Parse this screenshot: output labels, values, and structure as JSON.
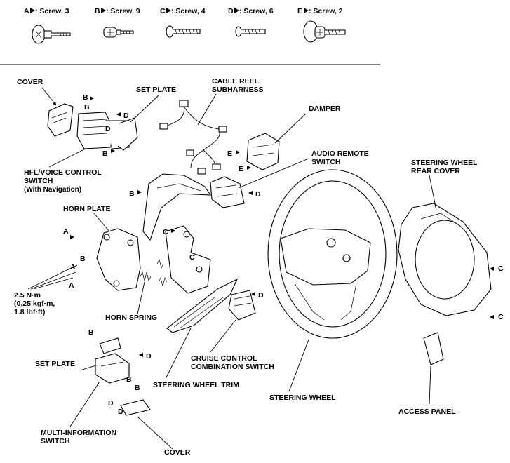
{
  "screw_key": [
    {
      "letter": "A",
      "label": ": Screw, 3"
    },
    {
      "letter": "B",
      "label": ": Screw, 9"
    },
    {
      "letter": "C",
      "label": ": Screw, 4"
    },
    {
      "letter": "D",
      "label": ": Screw, 6"
    },
    {
      "letter": "E",
      "label": ": Screw, 2"
    }
  ],
  "labels": {
    "cover_top": "COVER",
    "set_plate_top": "SET PLATE",
    "cable_reel_1": "CABLE REEL",
    "cable_reel_2": "SUBHARNESS",
    "damper": "DAMPER",
    "audio_1": "AUDIO REMOTE",
    "audio_2": "SWITCH",
    "rear_cover_1": "STEERING WHEEL",
    "rear_cover_2": "REAR COVER",
    "hfl_1": "HFL/VOICE CONTROL",
    "hfl_2": "SWITCH",
    "hfl_3": "(With Navigation)",
    "horn_plate": "HORN PLATE",
    "torque_1": "2.5 N·m",
    "torque_2": "(0.25 kgf·m,",
    "torque_3": "1.8 lbf·ft)",
    "horn_spring": "HORN SPRING",
    "cruise_1": "CRUISE CONTROL",
    "cruise_2": "COMBINATION SWITCH",
    "set_plate_bottom": "SET PLATE",
    "trim": "STEERING WHEEL TRIM",
    "wheel": "STEERING WHEEL",
    "access": "ACCESS PANEL",
    "mis_1": "MULTI-INFORMATION",
    "mis_2": "SWITCH",
    "cover_bottom": "COVER"
  },
  "callouts": {
    "A": "A",
    "B": "B",
    "C": "C",
    "D": "D",
    "E": "E"
  }
}
